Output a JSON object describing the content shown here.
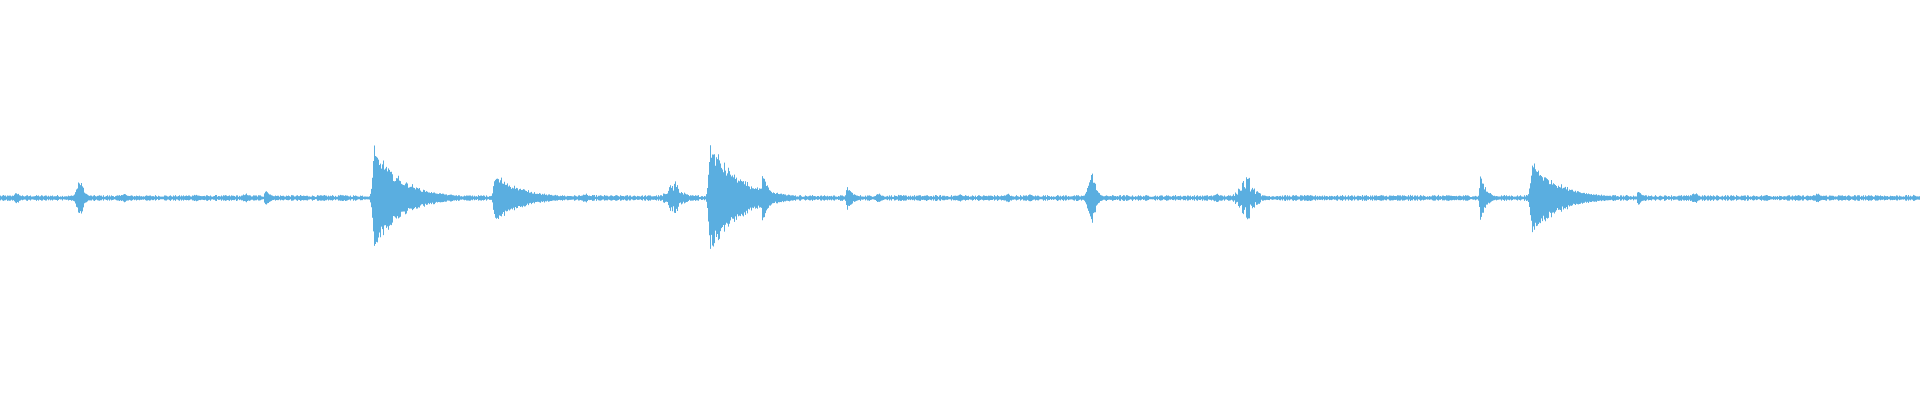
{
  "waveform": {
    "color": "#5aaee0",
    "background": "#ffffff",
    "amplitude_range": [
      -1,
      1
    ],
    "baseline_amplitude": 0.012,
    "events": [
      {
        "at": 0.009,
        "amp": 0.03,
        "shape": "blob"
      },
      {
        "at": 0.042,
        "amp": 0.1,
        "shape": "blob"
      },
      {
        "at": 0.065,
        "amp": 0.025,
        "shape": "blob"
      },
      {
        "at": 0.102,
        "amp": 0.02,
        "shape": "blob"
      },
      {
        "at": 0.128,
        "amp": 0.025,
        "shape": "blob"
      },
      {
        "at": 0.138,
        "amp": 0.045,
        "shape": "spike"
      },
      {
        "at": 0.178,
        "amp": 0.02,
        "shape": "blob"
      },
      {
        "at": 0.195,
        "amp": 0.27,
        "shape": "burst"
      },
      {
        "at": 0.23,
        "amp": 0.025,
        "shape": "blob"
      },
      {
        "at": 0.258,
        "amp": 0.13,
        "shape": "burst"
      },
      {
        "at": 0.305,
        "amp": 0.025,
        "shape": "blob"
      },
      {
        "at": 0.352,
        "amp": 0.09,
        "shape": "cluster"
      },
      {
        "at": 0.37,
        "amp": 0.3,
        "shape": "burst"
      },
      {
        "at": 0.397,
        "amp": 0.15,
        "shape": "spike"
      },
      {
        "at": 0.441,
        "amp": 0.07,
        "shape": "spike"
      },
      {
        "at": 0.458,
        "amp": 0.025,
        "shape": "blob"
      },
      {
        "at": 0.5,
        "amp": 0.02,
        "shape": "blob"
      },
      {
        "at": 0.525,
        "amp": 0.025,
        "shape": "blob"
      },
      {
        "at": 0.537,
        "amp": 0.02,
        "shape": "blob"
      },
      {
        "at": 0.569,
        "amp": 0.14,
        "shape": "blob"
      },
      {
        "at": 0.634,
        "amp": 0.025,
        "shape": "blob"
      },
      {
        "at": 0.65,
        "amp": 0.12,
        "shape": "cluster"
      },
      {
        "at": 0.68,
        "amp": 0.015,
        "shape": "blob"
      },
      {
        "at": 0.72,
        "amp": 0.015,
        "shape": "blob"
      },
      {
        "at": 0.771,
        "amp": 0.13,
        "shape": "spike"
      },
      {
        "at": 0.798,
        "amp": 0.2,
        "shape": "burst"
      },
      {
        "at": 0.853,
        "amp": 0.04,
        "shape": "spike"
      },
      {
        "at": 0.883,
        "amp": 0.03,
        "shape": "blob"
      },
      {
        "at": 0.92,
        "amp": 0.02,
        "shape": "blob"
      },
      {
        "at": 0.947,
        "amp": 0.025,
        "shape": "blob"
      },
      {
        "at": 0.978,
        "amp": 0.015,
        "shape": "blob"
      }
    ]
  }
}
